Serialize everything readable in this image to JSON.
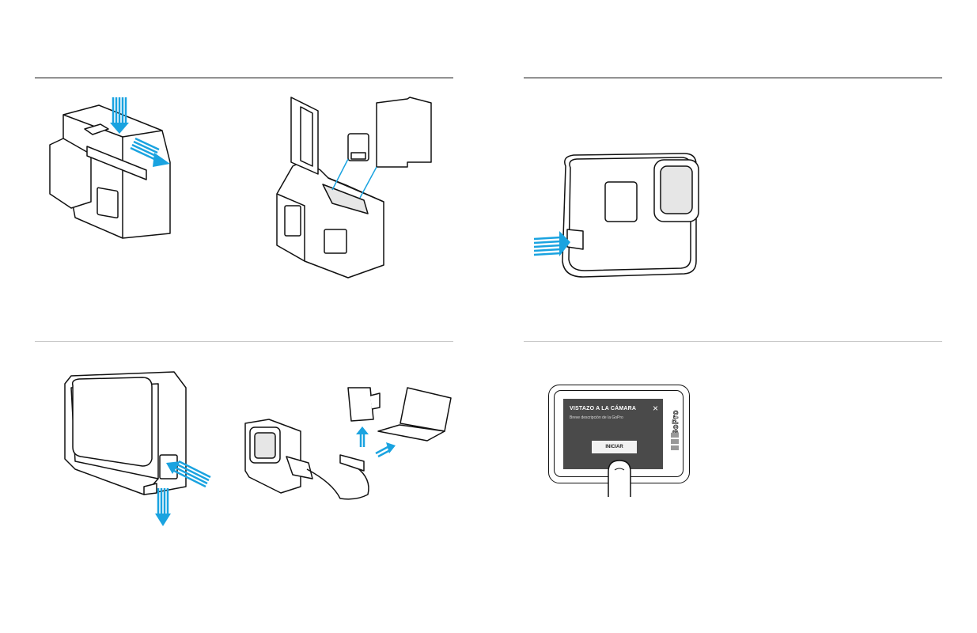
{
  "colors": {
    "line": "#111111",
    "rule_light": "#c8c8c8",
    "accent": "#1aa3e0",
    "screen": "#4a4a4a"
  },
  "screen_ui": {
    "title": "VISTAZO A LA CÁMARA",
    "subtitle": "Breve descripción de la GoPro",
    "button": "INICIAR",
    "close": "×"
  },
  "camera_brand": "GoPro"
}
